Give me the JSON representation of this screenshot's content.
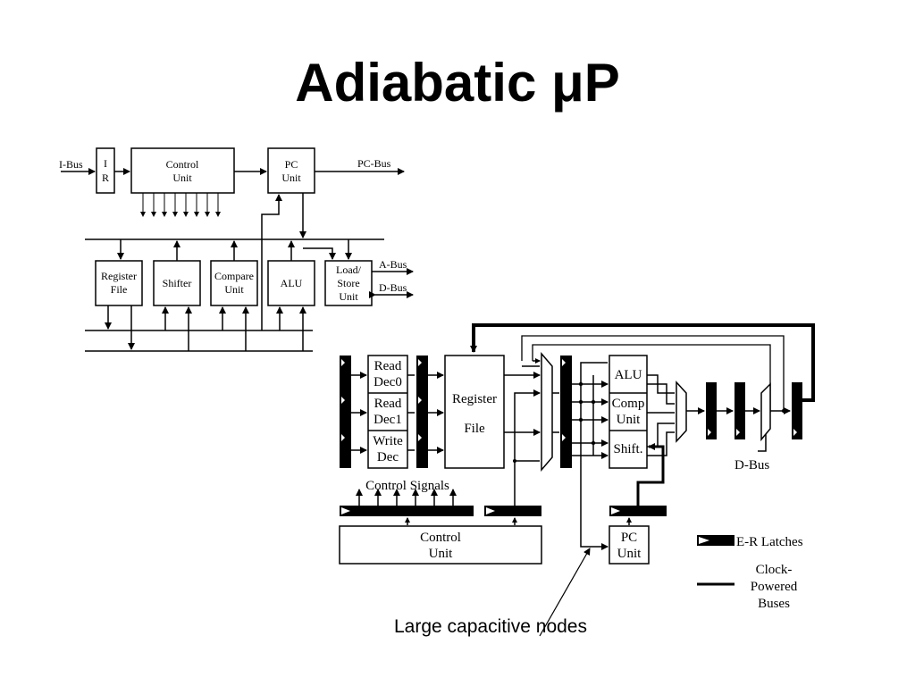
{
  "slide": {
    "title": "Adiabatic",
    "title_symbol": "μP"
  },
  "top_diagram": {
    "ibus": "I-Bus",
    "ir_line1": "I",
    "ir_line2": "R",
    "control_line1": "Control",
    "control_line2": "Unit",
    "pc_line1": "PC",
    "pc_line2": "Unit",
    "pcbus": "PC-Bus",
    "regfile_line1": "Register",
    "regfile_line2": "File",
    "shifter": "Shifter",
    "compare_line1": "Compare",
    "compare_line2": "Unit",
    "alu": "ALU",
    "loadstore_line1": "Load/",
    "loadstore_line2": "Store",
    "loadstore_line3": "Unit",
    "abus": "A-Bus",
    "dbus": "D-Bus"
  },
  "bottom_diagram": {
    "read0_line1": "Read",
    "read0_line2": "Dec0",
    "read1_line1": "Read",
    "read1_line2": "Dec1",
    "write_line1": "Write",
    "write_line2": "Dec",
    "regfile_line1": "Register",
    "regfile_line2": "File",
    "alu": "ALU",
    "comp_line1": "Comp",
    "comp_line2": "Unit",
    "shift": "Shift.",
    "dbus": "D-Bus",
    "control_signals": "Control Signals",
    "control_line1": "Control",
    "control_line2": "Unit",
    "pc_line1": "PC",
    "pc_line2": "Unit"
  },
  "legend": {
    "latches": "E-R Latches",
    "buses_line1": "Clock-",
    "buses_line2": "Powered",
    "buses_line3": "Buses"
  },
  "annotation": "Large capacitive nodes"
}
